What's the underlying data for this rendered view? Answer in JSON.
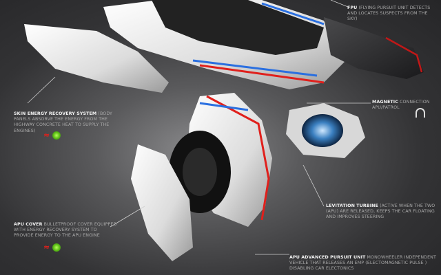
{
  "annotations": {
    "fpu": {
      "title": "FPU",
      "text": "(FLYING PURSUIT UNIT DETECTS AND LOCATES SUSPECTS FROM THE SKY)"
    },
    "skin": {
      "title": "SKIN  ENERGY RECOVERY SYSTEM",
      "text": "(BODY PANELS ABSORVE THE ENERGY FROM THE HIGHWAY CONCRETE HEAT TO SUPPLY THE ENGINES)"
    },
    "magnetic": {
      "title": "MAGNETIC",
      "text": "CONNECTION APU/PATROL"
    },
    "levitation": {
      "title": "LEVITATION TURBINE",
      "text": "(ACTIVE WHEN THE TWO (APU) ARE RELEASED, KEEPS THE CAR FLOATING AND IMPROVES STEERING"
    },
    "apu_cover": {
      "title": "APU COVER",
      "text": "BULLETPROOF COVER EQUIPPED WITH ENERGY RECOVERY SYSTEM TO PROVIDE ENERGY TO THE APU ENGINE"
    },
    "apu_unit": {
      "title": "APU ADVANCED PURSUIT UNIT",
      "text": " MONOWHEELER INDEPENDENT VEHICLE THAT  RELEASES AN EMP (ELECTOMAGNETIC PULSE ) DISABLING CAR ELECTONICS"
    }
  },
  "icons": {
    "heat": "heat-waves-icon",
    "eco": "eco-recycle-icon",
    "magnet": "magnet-icon"
  },
  "colors": {
    "accent_red": "#e0201c",
    "accent_blue": "#2a6fe0",
    "eco_green": "#5fbf1a"
  }
}
